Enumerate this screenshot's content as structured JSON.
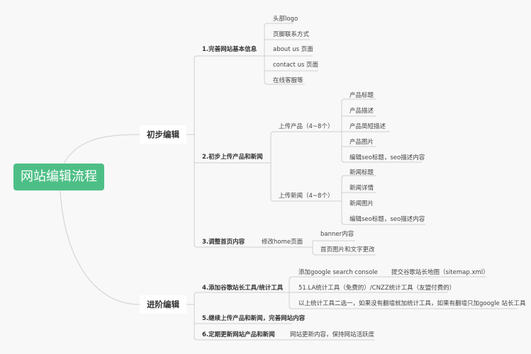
{
  "root": {
    "label": "网站编辑流程",
    "color": "#4dbf86"
  },
  "branches": [
    {
      "label": "初步编辑",
      "children": [
        {
          "label": "1.完善网站基本信息",
          "children": [
            "头部logo",
            "页脚联系方式",
            "about us 页面",
            "contact us 页面",
            "在线客服等"
          ]
        },
        {
          "label": "2.初步上传产品和新闻",
          "children": [
            {
              "label": "上传产品（4~8个）",
              "children": [
                "产品标题",
                "产品描述",
                "产品简短描述",
                "产品图片",
                "编辑seo标题，seo描述内容"
              ]
            },
            {
              "label": "上传新闻（4~8个）",
              "children": [
                "新闻标题",
                "新闻详情",
                "新闻图片",
                "编辑seo标题，seo描述内容"
              ]
            }
          ]
        },
        {
          "label": "3.调整首页内容",
          "children": [
            {
              "label": "修改home页面",
              "children": [
                "banner内容",
                "首页图片和文字更改"
              ]
            }
          ]
        }
      ]
    },
    {
      "label": "进阶编辑",
      "children": [
        {
          "label": "4.添加谷歌站长工具/统计工具",
          "children": [
            {
              "label": "添加google search console",
              "children": [
                "提交谷歌站长地图（sitemap.xml）"
              ]
            },
            {
              "label": "51.LA统计工具（免费的）/CNZZ统计工具（友盟付费的）"
            },
            {
              "label": "以上统计工具二选一，如果没有翻墙就加统计工具，如果有翻墙只加google 站长工具"
            }
          ]
        },
        {
          "label": "5.继续上传产品和新闻，完善网站内容"
        },
        {
          "label": "6.定期更新网站产品和新闻",
          "children": [
            "网站更新内容，保持网站活跃度"
          ]
        }
      ]
    }
  ],
  "colors": {
    "line": "#cfcfcf",
    "background": "#f8f8f8",
    "text": "#444444"
  }
}
